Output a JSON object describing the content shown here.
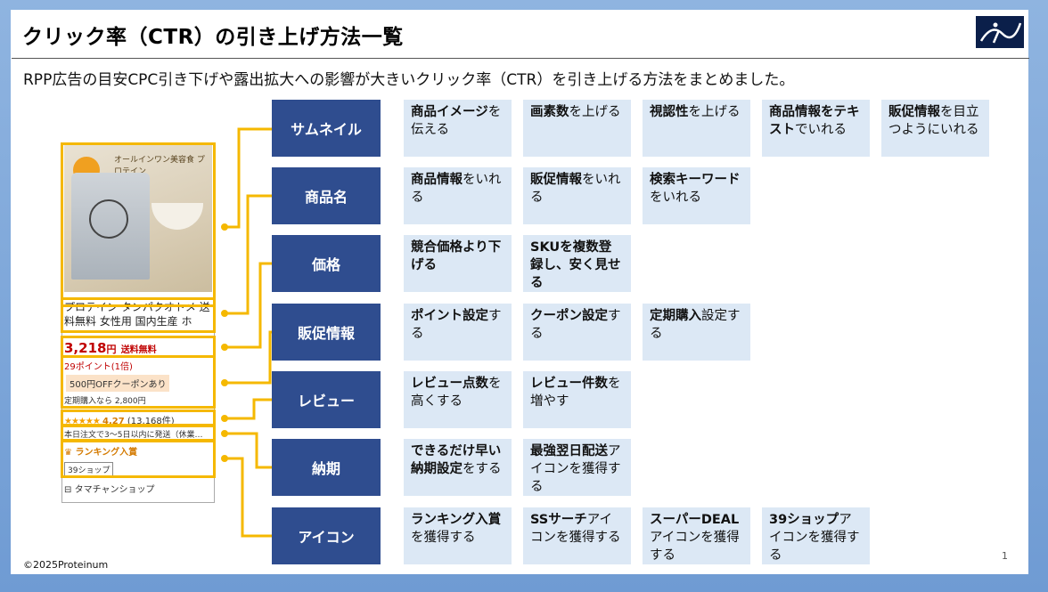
{
  "title": "クリック率（CTR）の引き上げ方法一覧",
  "subtitle": "RPP広告の目安CPC引き下げや露出拡大への影響が大きいクリック率（CTR）を引き上げる方法をまとめました。",
  "product": {
    "image_caption": "オールインワン美容食 プロテイン",
    "name": "プロテイン タンパクオトメ 送料無料 女性用 国内生産 ホエ…",
    "price": "3,218",
    "price_unit": "円",
    "shipping": "送料無料",
    "points": "29ポイント(1倍)",
    "coupon": "500円OFFクーポンあり",
    "subscription": "定期購入なら 2,800円",
    "stars": "★★★★★",
    "rating": "4.27",
    "review_count": "(13,168件)",
    "delivery": "本日注文で3〜5日以内に発送（休業…",
    "ranking": "ランキング入賞",
    "shop_badge": "39ショップ",
    "shop_name": "タマチャンショップ"
  },
  "rows": [
    {
      "category": "サムネイル",
      "cells": [
        {
          "bold": "商品イメージ",
          "rest": "を伝える"
        },
        {
          "bold": "画素数",
          "rest": "を上げる"
        },
        {
          "bold": "視認性",
          "rest": "を上げる"
        },
        {
          "bold": "商品情報をテキスト",
          "rest": "でいれる"
        },
        {
          "bold": "販促情報",
          "rest": "を目立つようにいれる"
        }
      ]
    },
    {
      "category": "商品名",
      "cells": [
        {
          "bold": "商品情報",
          "rest": "をいれる"
        },
        {
          "bold": "販促情報",
          "rest": "をいれる"
        },
        {
          "bold": "検索キーワード",
          "rest": "をいれる"
        }
      ]
    },
    {
      "category": "価格",
      "cells": [
        {
          "bold": "競合価格より下げる",
          "rest": ""
        },
        {
          "bold": "SKUを複数登録し、安く見せる",
          "rest": ""
        }
      ]
    },
    {
      "category": "販促情報",
      "cells": [
        {
          "bold": "ポイント設定",
          "rest": "する"
        },
        {
          "bold": "クーポン設定",
          "rest": "する"
        },
        {
          "bold": "定期購入",
          "rest": "設定する"
        }
      ]
    },
    {
      "category": "レビュー",
      "cells": [
        {
          "bold": "レビュー点数",
          "rest": "を高くする"
        },
        {
          "bold": "レビュー件数",
          "rest": "を増やす"
        }
      ]
    },
    {
      "category": "納期",
      "cells": [
        {
          "bold": "できるだけ早い納期設定",
          "rest": "をする"
        },
        {
          "bold": "最強翌日配送",
          "rest": "アイコンを獲得する"
        }
      ]
    },
    {
      "category": "アイコン",
      "cells": [
        {
          "bold": "ランキング入賞",
          "rest": "を獲得する"
        },
        {
          "bold": "SSサーチ",
          "rest": "アイコンを獲得する"
        },
        {
          "bold": "スーパーDEAL",
          "rest": "アイコンを獲得する"
        },
        {
          "bold": "39ショップ",
          "rest": "アイコンを獲得する"
        }
      ]
    }
  ],
  "footer": {
    "copyright": "©2025Proteinum",
    "page_number": "1"
  },
  "colors": {
    "category_bg": "#2f4d8f",
    "cell_bg": "#dce8f5",
    "highlight": "#f5b800",
    "price_red": "#c00000"
  }
}
